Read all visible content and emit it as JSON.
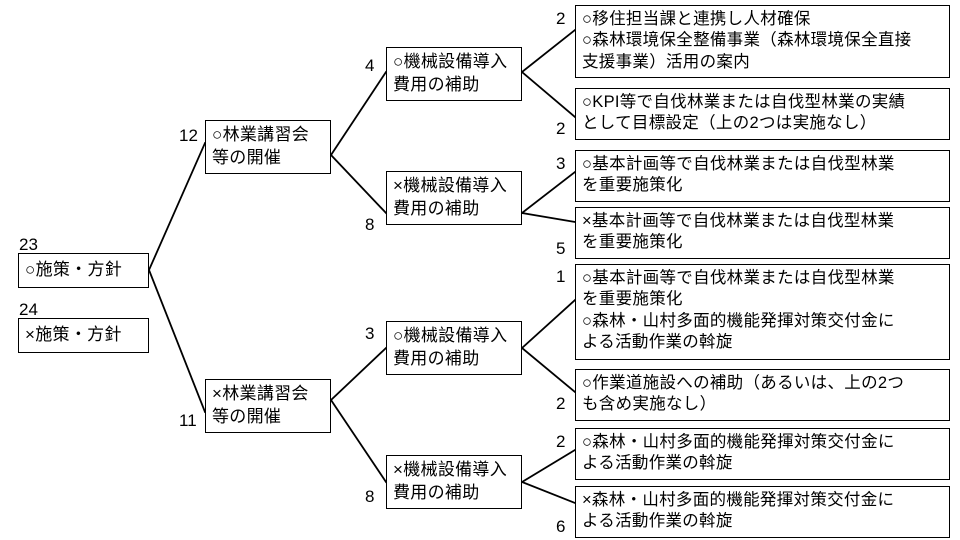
{
  "diagram": {
    "type": "decision-tree",
    "title": "",
    "language": "ja",
    "root_nodes": [
      {
        "id": "r1",
        "count": "23",
        "text": "○施策・方針"
      },
      {
        "id": "r2",
        "count": "24",
        "text": "×施策・方針"
      }
    ],
    "level2": [
      {
        "id": "n12",
        "count": "12",
        "text": "○林業講習会\n等の開催"
      },
      {
        "id": "n11",
        "count": "11",
        "text": "×林業講習会\n等の開催"
      }
    ],
    "level3": [
      {
        "id": "n4",
        "count": "4",
        "text": "○機械設備導入\n費用の補助"
      },
      {
        "id": "n8a",
        "count": "8",
        "text": "×機械設備導入\n費用の補助"
      },
      {
        "id": "n3",
        "count": "3",
        "text": "○機械設備導入\n費用の補助"
      },
      {
        "id": "n8b",
        "count": "8",
        "text": "×機械設備導入\n費用の補助"
      }
    ],
    "leaves": [
      {
        "id": "l1",
        "count": "2",
        "text": "○移住担当課と連携し人材確保\n○森林環境保全整備事業（森林環境保全直接\n支援事業）活用の案内"
      },
      {
        "id": "l2",
        "count": "2",
        "text": "○KPI等で自伐林業または自伐型林業の実績\nとして目標設定（上の2つは実施なし）"
      },
      {
        "id": "l3",
        "count": "3",
        "text": "○基本計画等で自伐林業または自伐型林業\nを重要施策化"
      },
      {
        "id": "l4",
        "count": "5",
        "text": "×基本計画等で自伐林業または自伐型林業\nを重要施策化"
      },
      {
        "id": "l5",
        "count": "1",
        "text": "○基本計画等で自伐林業または自伐型林業\nを重要施策化\n○森林・山村多面的機能発揮対策交付金に\nよる活動作業の斡旋"
      },
      {
        "id": "l6",
        "count": "2",
        "text": "○作業道施設への補助（あるいは、上の2つ\nも含め実施なし）"
      },
      {
        "id": "l7",
        "count": "2",
        "text": "○森林・山村多面的機能発揮対策交付金に\nよる活動作業の斡旋"
      },
      {
        "id": "l8",
        "count": "6",
        "text": "×森林・山村多面的機能発揮対策交付金に\nよる活動作業の斡旋"
      }
    ]
  }
}
